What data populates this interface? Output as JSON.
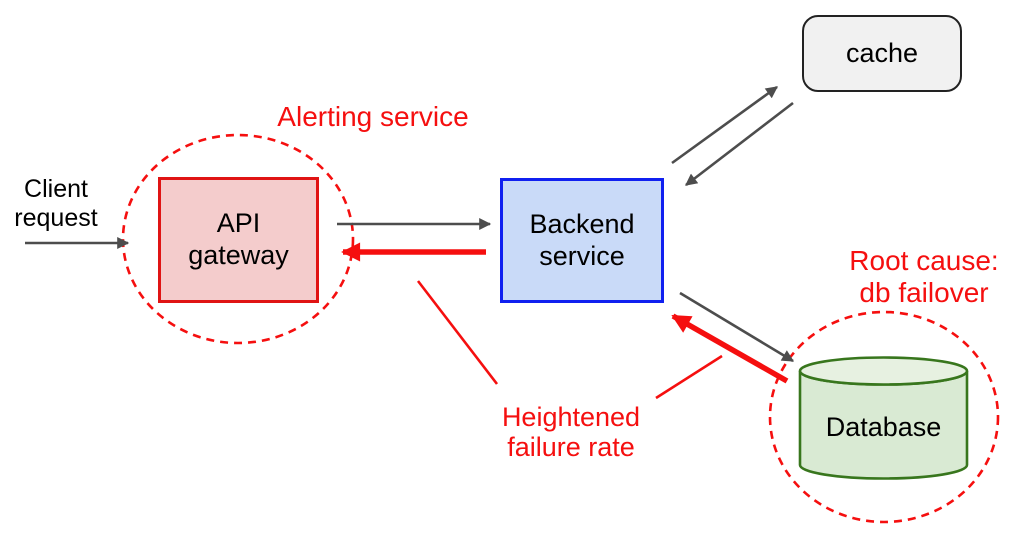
{
  "diagram": {
    "nodes": {
      "client": {
        "label": "Client\nrequest",
        "type": "text"
      },
      "api_gateway": {
        "label": "API\ngateway",
        "type": "rectangle",
        "fill": "#f4cccc",
        "border": "#e01414"
      },
      "backend": {
        "label": "Backend\nservice",
        "type": "rectangle",
        "fill": "#c9daf8",
        "border": "#1020f0"
      },
      "cache": {
        "label": "cache",
        "type": "rounded-rectangle",
        "fill": "#f1f1f1",
        "border": "#222222"
      },
      "database": {
        "label": "Database",
        "type": "cylinder",
        "fill": "#d9ead3",
        "border": "#38761d"
      }
    },
    "annotations": {
      "alerting_service": {
        "label": "Alerting service",
        "color": "#f50f0f",
        "marks": "api_gateway"
      },
      "root_cause": {
        "label": "Root cause:\ndb failover",
        "color": "#f50f0f",
        "marks": "database"
      },
      "failure_note": {
        "label": "Heightened\nfailure rate",
        "color": "#f50f0f",
        "points_to": [
          "backend-to-gateway-arrow",
          "database-to-backend-arrow"
        ]
      }
    },
    "edges": [
      {
        "from": "client",
        "to": "api_gateway",
        "style": "thin-gray-arrow"
      },
      {
        "from": "api_gateway",
        "to": "backend",
        "style": "thin-gray-arrow"
      },
      {
        "from": "backend",
        "to": "api_gateway",
        "style": "thick-red-arrow"
      },
      {
        "from": "backend",
        "to": "cache",
        "style": "thin-gray-arrow"
      },
      {
        "from": "cache",
        "to": "backend",
        "style": "thin-gray-arrow"
      },
      {
        "from": "backend",
        "to": "database",
        "style": "thin-gray-arrow"
      },
      {
        "from": "database",
        "to": "backend",
        "style": "thick-red-arrow"
      }
    ],
    "colors": {
      "red": "#f50f0f",
      "gray_arrow": "#4d4d4d",
      "api_gateway_fill": "#f4cccc",
      "backend_fill": "#c9daf8",
      "cache_fill": "#f1f1f1",
      "database_fill": "#d9ead3",
      "database_top_fill": "#e7f1e1",
      "database_border": "#38761d",
      "text": "#000000",
      "background": "#ffffff"
    }
  }
}
